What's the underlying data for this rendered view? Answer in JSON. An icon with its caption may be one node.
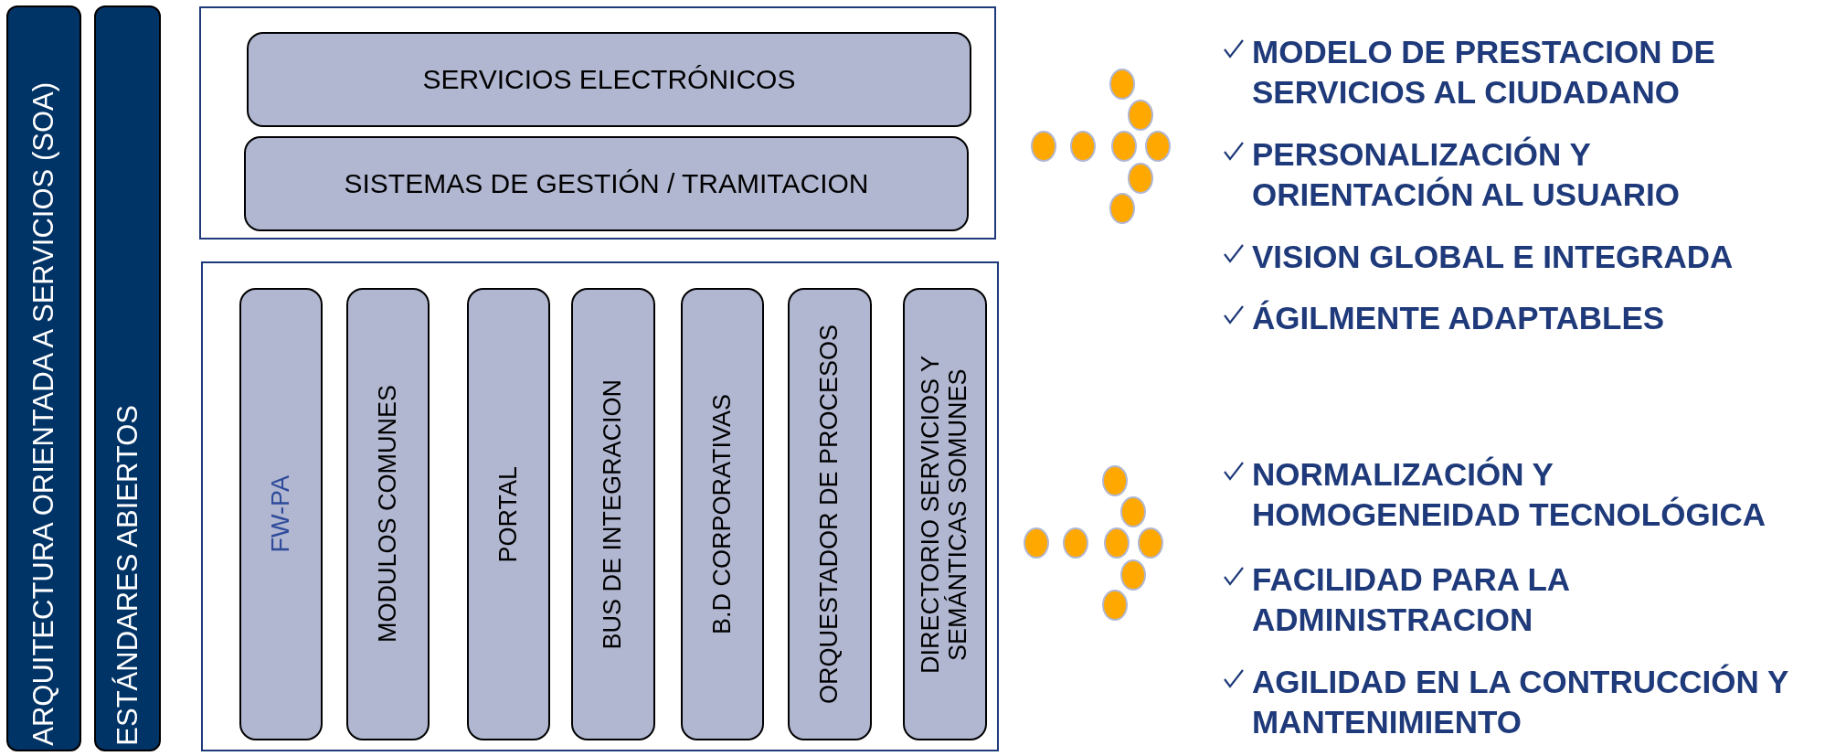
{
  "diagram": {
    "nodes": [
      {
        "text": [
          "ARQUITECTURA ORIENTADA A SERVICIOS (SOA)"
        ]
      },
      {
        "text": [
          "ESTÁNDARES ABIERTOS"
        ]
      },
      {
        "text": [],
        "shape": "box"
      },
      {
        "text": [
          "SERVICIOS ELECTRÓNICOS"
        ],
        "in": 2
      },
      {
        "text": [
          "SISTEMAS DE GESTIÓN / TRAMITACION"
        ],
        "in": 2
      },
      {
        "text": [],
        "shape": "box"
      },
      {
        "text": [
          "FW-PA"
        ],
        "in": 5
      },
      {
        "text": [
          "MODULOS COMUNES"
        ],
        "in": 5
      },
      {
        "text": [
          "PORTAL"
        ],
        "in": 5
      },
      {
        "text": [
          "BUS DE INTEGRACION"
        ],
        "in": 5
      },
      {
        "text": [
          "B.D CORPORATIVAS"
        ],
        "in": 5
      },
      {
        "text": [
          "ORQUESTADOR DE PROCESOS"
        ],
        "in": 5
      },
      {
        "text": [
          "DIRECTORIO SERVICIOS Y SEMÁNTICAS SOMUNES"
        ],
        "in": 5
      }
    ],
    "edges": [],
    "labels": [
      "MODELO DE PRESTACION DE SERVICIOS AL CIUDADANO",
      "PERSONALIZACIÓN Y ORIENTACIÓN AL USUARIO",
      "VISION GLOBAL E INTEGRADA",
      "ÁGILMENTE ADAPTABLES",
      "NORMALIZACIÓN Y HOMOGENEIDAD TECNOLÓGICA",
      "FACILIDAD PARA LA ADMINISTRACION",
      "AGILIDAD EN LA CONTRUCCIÓN Y MANTENIMIENTO"
    ]
  }
}
